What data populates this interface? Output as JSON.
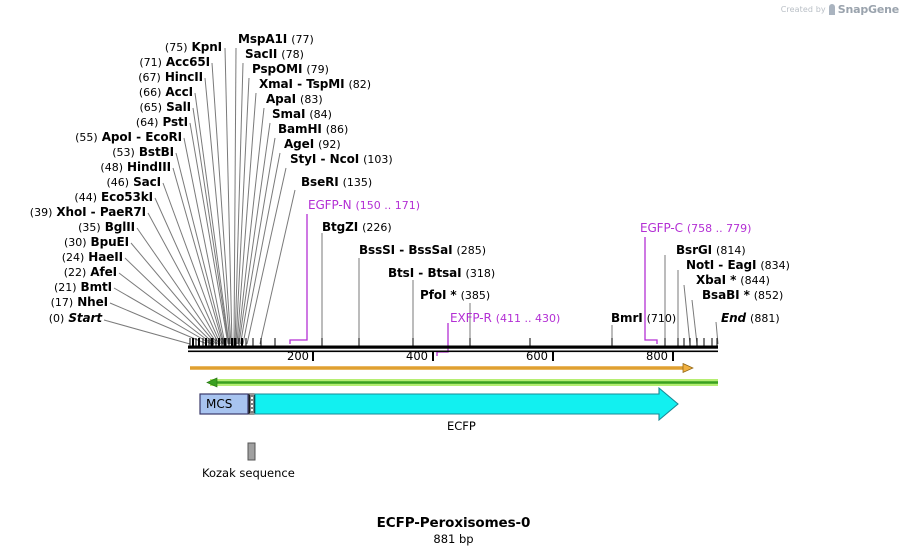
{
  "watermark": {
    "prefix": "Created by",
    "brand": "SnapGene"
  },
  "plasmid": {
    "name": "ECFP-Peroxisomes-0",
    "length_label": "881 bp",
    "length_bp": 881
  },
  "ruler": {
    "ticks": [
      {
        "label": "200",
        "value": 200
      },
      {
        "label": "400",
        "value": 400
      },
      {
        "label": "600",
        "value": 600
      },
      {
        "label": "800",
        "value": 800
      }
    ],
    "start": 0,
    "end": 881
  },
  "features": [
    {
      "name": "MCS",
      "kind": "box",
      "color": "#a8c4f0",
      "label": "MCS"
    },
    {
      "name": "ECFP",
      "kind": "arrow",
      "color": "#12f0f0",
      "label": "ECFP"
    },
    {
      "name": "Kozak sequence",
      "kind": "tick",
      "color": "#a0a0a0",
      "label": "Kozak sequence"
    }
  ],
  "sites_left": [
    {
      "pos": "(75)",
      "name": "KpnI",
      "alt": null,
      "italic": false,
      "star": false
    },
    {
      "pos": "(71)",
      "name": "Acc65I",
      "alt": null,
      "italic": false,
      "star": false
    },
    {
      "pos": "(67)",
      "name": "HincII",
      "alt": null,
      "italic": false,
      "star": false
    },
    {
      "pos": "(66)",
      "name": "AccI",
      "alt": null,
      "italic": false,
      "star": false
    },
    {
      "pos": "(65)",
      "name": "SalI",
      "alt": null,
      "italic": false,
      "star": false
    },
    {
      "pos": "(64)",
      "name": "PstI",
      "alt": null,
      "italic": false,
      "star": false
    },
    {
      "pos": "(55)",
      "name": "ApoI",
      "alt": "EcoRI",
      "italic": false,
      "star": false
    },
    {
      "pos": "(53)",
      "name": "BstBI",
      "alt": null,
      "italic": false,
      "star": false
    },
    {
      "pos": "(48)",
      "name": "HindIII",
      "alt": null,
      "italic": false,
      "star": false
    },
    {
      "pos": "(46)",
      "name": "SacI",
      "alt": null,
      "italic": false,
      "star": false
    },
    {
      "pos": "(44)",
      "name": "Eco53kI",
      "alt": null,
      "italic": false,
      "star": false
    },
    {
      "pos": "(39)",
      "name": "XhoI",
      "alt": "PaeR7I",
      "italic": false,
      "star": false
    },
    {
      "pos": "(35)",
      "name": "BglII",
      "alt": null,
      "italic": false,
      "star": false
    },
    {
      "pos": "(30)",
      "name": "BpuEI",
      "alt": null,
      "italic": false,
      "star": false
    },
    {
      "pos": "(24)",
      "name": "HaeII",
      "alt": null,
      "italic": false,
      "star": false
    },
    {
      "pos": "(22)",
      "name": "AfeI",
      "alt": null,
      "italic": false,
      "star": false
    },
    {
      "pos": "(21)",
      "name": "BmtI",
      "alt": null,
      "italic": false,
      "star": false
    },
    {
      "pos": "(17)",
      "name": "NheI",
      "alt": null,
      "italic": false,
      "star": false
    },
    {
      "pos": "(0)",
      "name": "Start",
      "alt": null,
      "italic": true,
      "star": false
    }
  ],
  "sites_right": [
    {
      "pos": "(77)",
      "name": "MspA1I",
      "alt": null,
      "italic": false,
      "star": false
    },
    {
      "pos": "(78)",
      "name": "SacII",
      "alt": null,
      "italic": false,
      "star": false
    },
    {
      "pos": "(79)",
      "name": "PspOMI",
      "alt": null,
      "italic": false,
      "star": false
    },
    {
      "pos": "(82)",
      "name": "XmaI",
      "alt": "TspMI",
      "italic": false,
      "star": false
    },
    {
      "pos": "(83)",
      "name": "ApaI",
      "alt": null,
      "italic": false,
      "star": false
    },
    {
      "pos": "(84)",
      "name": "SmaI",
      "alt": null,
      "italic": false,
      "star": false
    },
    {
      "pos": "(86)",
      "name": "BamHI",
      "alt": null,
      "italic": false,
      "star": false
    },
    {
      "pos": "(92)",
      "name": "AgeI",
      "alt": null,
      "italic": false,
      "star": false
    },
    {
      "pos": "(103)",
      "name": "StyI",
      "alt": "NcoI",
      "italic": false,
      "star": false
    },
    {
      "pos": "(135)",
      "name": "BseRI",
      "alt": null,
      "italic": false,
      "star": false
    },
    {
      "pos": "(226)",
      "name": "BtgZI",
      "alt": null,
      "italic": false,
      "star": false
    },
    {
      "pos": "(285)",
      "name": "BssSI",
      "alt": "BssSaI",
      "italic": false,
      "star": false
    },
    {
      "pos": "(318)",
      "name": "BtsI",
      "alt": "BtsaI",
      "italic": false,
      "star": false
    },
    {
      "pos": "(385)",
      "name": "PfoI",
      "alt": null,
      "italic": false,
      "star": true
    }
  ],
  "sites_far_right": [
    {
      "pos": "(814)",
      "name": "BsrGI",
      "alt": null,
      "italic": false,
      "star": false
    },
    {
      "pos": "(834)",
      "name": "NotI",
      "alt": "EagI",
      "italic": false,
      "star": false
    },
    {
      "pos": "(844)",
      "name": "XbaI",
      "alt": null,
      "italic": false,
      "star": true
    },
    {
      "pos": "(852)",
      "name": "BsaBI",
      "alt": null,
      "italic": false,
      "star": true
    },
    {
      "pos": "(881)",
      "name": "End",
      "alt": null,
      "italic": true,
      "star": false
    },
    {
      "pos": "(710)",
      "name": "BmrI",
      "alt": null,
      "italic": false,
      "star": false
    }
  ],
  "primers": [
    {
      "name": "EGFP-N",
      "range": "(150 .. 171)",
      "color": "#b32fd4"
    },
    {
      "name": "EXFP-R",
      "range": "(411 .. 430)",
      "color": "#b32fd4"
    },
    {
      "name": "EGFP-C",
      "range": "(758 .. 779)",
      "color": "#b32fd4"
    }
  ],
  "tracks": [
    {
      "name": "orf-orange",
      "color": "#e0a030",
      "direction": "right"
    },
    {
      "name": "orf-green",
      "color": "#3aa020",
      "direction": "left"
    }
  ],
  "colors": {
    "primer": "#b32fd4",
    "ecfp": "#12f0f0",
    "mcs": "#a8c4f0",
    "orange": "#e0a030",
    "green_fill": "#b5ee72",
    "green_line": "#3aa020",
    "kozak": "#a0a0a0",
    "leader": "#7a7a7a",
    "ruler": "#000000"
  }
}
